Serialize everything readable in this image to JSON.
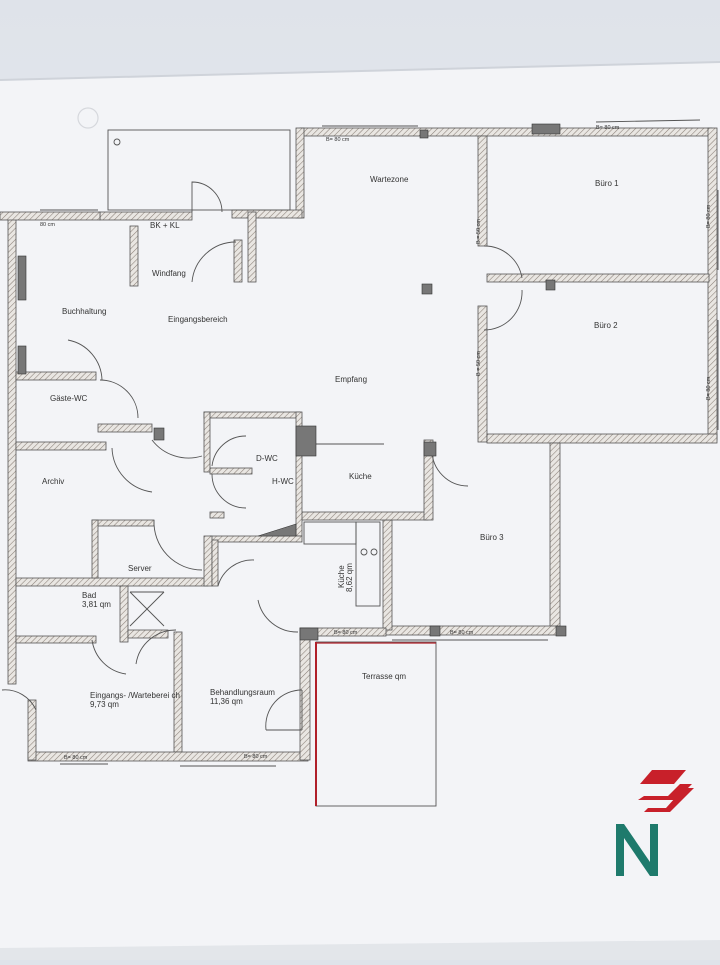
{
  "plan": {
    "rooms": {
      "wartezone": "Wartezone",
      "buero1": "Büro 1",
      "buero2": "Büro 2",
      "buero3": "Büro 3",
      "bk_kl": "BK + KL",
      "windfang": "Windfang",
      "buchhaltung": "Buchhaltung",
      "eingangsbereich": "Eingangsbereich",
      "empfang": "Empfang",
      "gaeste_wc": "Gäste-WC",
      "d_wc": "D-WC",
      "h_wc": "H-WC",
      "kueche_main": "Küche",
      "archiv": "Archiv",
      "server": "Server",
      "bad": "Bad",
      "bad_area": "3,81 qm",
      "kueche_small": "Küche",
      "kueche_small_area": "8,62 qm",
      "eingang_warte": "Eingangs- /Warteberei ch",
      "eingang_warte_area": "9,73 qm",
      "behandlungsraum": "Behandlungsraum",
      "behandlungsraum_area": "11,36 qm",
      "terrasse": "Terrasse qm"
    },
    "dimensions": {
      "window_80": "B= 80 cm",
      "window_80_small": "80 cm",
      "door_50": "B = 50 cm"
    },
    "logo": {
      "letter": "N",
      "colors": {
        "red": "#c8202a",
        "teal": "#1e7a6c"
      }
    }
  }
}
